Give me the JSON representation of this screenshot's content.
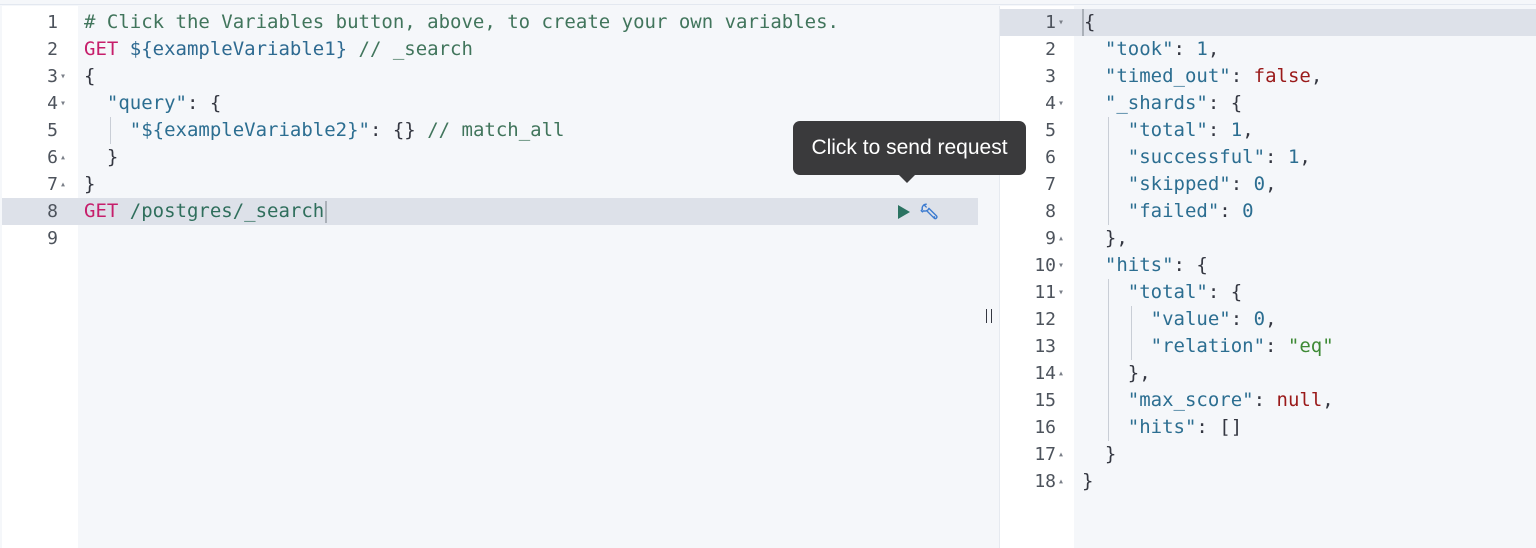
{
  "request_editor": {
    "lines": [
      {
        "n": "1",
        "fold": "",
        "tokens": [
          {
            "t": "comment",
            "v": "# Click the Variables button, above, to create your own variables."
          }
        ]
      },
      {
        "n": "2",
        "fold": "",
        "tokens": [
          {
            "t": "method",
            "v": "GET"
          },
          {
            "t": "var",
            "v": " ${exampleVariable1}"
          },
          {
            "t": "comment",
            "v": " // _search"
          }
        ]
      },
      {
        "n": "3",
        "fold": "▾",
        "tokens": [
          {
            "t": "punct",
            "v": "{"
          }
        ]
      },
      {
        "n": "4",
        "fold": "▾",
        "tokens": [
          {
            "t": "punct",
            "v": "  "
          },
          {
            "t": "key",
            "v": "\"query\""
          },
          {
            "t": "punct",
            "v": ": {"
          }
        ]
      },
      {
        "n": "5",
        "fold": "",
        "tokens": [
          {
            "t": "punct",
            "v": "    "
          },
          {
            "t": "key",
            "v": "\"${exampleVariable2}\""
          },
          {
            "t": "punct",
            "v": ": {}"
          },
          {
            "t": "comment",
            "v": " // match_all"
          }
        ]
      },
      {
        "n": "6",
        "fold": "▴",
        "tokens": [
          {
            "t": "punct",
            "v": "  }"
          }
        ]
      },
      {
        "n": "7",
        "fold": "▴",
        "tokens": [
          {
            "t": "punct",
            "v": "}"
          }
        ]
      },
      {
        "n": "8",
        "fold": "",
        "tokens": [
          {
            "t": "method",
            "v": "GET"
          },
          {
            "t": "url",
            "v": " /postgres/_search"
          }
        ]
      },
      {
        "n": "9",
        "fold": "",
        "tokens": []
      }
    ],
    "active_line": 8,
    "send_tooltip": "Click to send request",
    "play_icon": "play-icon",
    "settings_icon": "wrench-icon"
  },
  "response_viewer": {
    "lines": [
      {
        "n": "1",
        "fold": "▾",
        "tokens": [
          {
            "t": "punct",
            "v": "{"
          }
        ]
      },
      {
        "n": "2",
        "fold": "",
        "tokens": [
          {
            "t": "punct",
            "v": "  "
          },
          {
            "t": "key",
            "v": "\"took\""
          },
          {
            "t": "punct",
            "v": ": "
          },
          {
            "t": "num",
            "v": "1"
          },
          {
            "t": "punct",
            "v": ","
          }
        ]
      },
      {
        "n": "3",
        "fold": "",
        "tokens": [
          {
            "t": "punct",
            "v": "  "
          },
          {
            "t": "key",
            "v": "\"timed_out\""
          },
          {
            "t": "punct",
            "v": ": "
          },
          {
            "t": "bool",
            "v": "false"
          },
          {
            "t": "punct",
            "v": ","
          }
        ]
      },
      {
        "n": "4",
        "fold": "▾",
        "tokens": [
          {
            "t": "punct",
            "v": "  "
          },
          {
            "t": "key",
            "v": "\"_shards\""
          },
          {
            "t": "punct",
            "v": ": {"
          }
        ]
      },
      {
        "n": "5",
        "fold": "",
        "tokens": [
          {
            "t": "punct",
            "v": "    "
          },
          {
            "t": "key",
            "v": "\"total\""
          },
          {
            "t": "punct",
            "v": ": "
          },
          {
            "t": "num",
            "v": "1"
          },
          {
            "t": "punct",
            "v": ","
          }
        ]
      },
      {
        "n": "6",
        "fold": "",
        "tokens": [
          {
            "t": "punct",
            "v": "    "
          },
          {
            "t": "key",
            "v": "\"successful\""
          },
          {
            "t": "punct",
            "v": ": "
          },
          {
            "t": "num",
            "v": "1"
          },
          {
            "t": "punct",
            "v": ","
          }
        ]
      },
      {
        "n": "7",
        "fold": "",
        "tokens": [
          {
            "t": "punct",
            "v": "    "
          },
          {
            "t": "key",
            "v": "\"skipped\""
          },
          {
            "t": "punct",
            "v": ": "
          },
          {
            "t": "num",
            "v": "0"
          },
          {
            "t": "punct",
            "v": ","
          }
        ]
      },
      {
        "n": "8",
        "fold": "",
        "tokens": [
          {
            "t": "punct",
            "v": "    "
          },
          {
            "t": "key",
            "v": "\"failed\""
          },
          {
            "t": "punct",
            "v": ": "
          },
          {
            "t": "num",
            "v": "0"
          }
        ]
      },
      {
        "n": "9",
        "fold": "▴",
        "tokens": [
          {
            "t": "punct",
            "v": "  },"
          }
        ]
      },
      {
        "n": "10",
        "fold": "▾",
        "tokens": [
          {
            "t": "punct",
            "v": "  "
          },
          {
            "t": "key",
            "v": "\"hits\""
          },
          {
            "t": "punct",
            "v": ": {"
          }
        ]
      },
      {
        "n": "11",
        "fold": "▾",
        "tokens": [
          {
            "t": "punct",
            "v": "    "
          },
          {
            "t": "key",
            "v": "\"total\""
          },
          {
            "t": "punct",
            "v": ": {"
          }
        ]
      },
      {
        "n": "12",
        "fold": "",
        "tokens": [
          {
            "t": "punct",
            "v": "      "
          },
          {
            "t": "key",
            "v": "\"value\""
          },
          {
            "t": "punct",
            "v": ": "
          },
          {
            "t": "num",
            "v": "0"
          },
          {
            "t": "punct",
            "v": ","
          }
        ]
      },
      {
        "n": "13",
        "fold": "",
        "tokens": [
          {
            "t": "punct",
            "v": "      "
          },
          {
            "t": "key",
            "v": "\"relation\""
          },
          {
            "t": "punct",
            "v": ": "
          },
          {
            "t": "str",
            "v": "\"eq\""
          }
        ]
      },
      {
        "n": "14",
        "fold": "▴",
        "tokens": [
          {
            "t": "punct",
            "v": "    },"
          }
        ]
      },
      {
        "n": "15",
        "fold": "",
        "tokens": [
          {
            "t": "punct",
            "v": "    "
          },
          {
            "t": "key",
            "v": "\"max_score\""
          },
          {
            "t": "punct",
            "v": ": "
          },
          {
            "t": "bool",
            "v": "null"
          },
          {
            "t": "punct",
            "v": ","
          }
        ]
      },
      {
        "n": "16",
        "fold": "",
        "tokens": [
          {
            "t": "punct",
            "v": "    "
          },
          {
            "t": "key",
            "v": "\"hits\""
          },
          {
            "t": "punct",
            "v": ": []"
          }
        ]
      },
      {
        "n": "17",
        "fold": "▴",
        "tokens": [
          {
            "t": "punct",
            "v": "  }"
          }
        ]
      },
      {
        "n": "18",
        "fold": "▴",
        "tokens": [
          {
            "t": "punct",
            "v": "}"
          }
        ]
      }
    ],
    "active_line": 1
  },
  "divider": {
    "handle_icon": "resize-handle-icon"
  },
  "colors": {
    "background": "#f5f7fa",
    "gutter": "#ffffff",
    "active_line": "#dde1e9",
    "comment": "#41755c",
    "method": "#c61e6b",
    "key": "#2c6e91",
    "bool_null": "#9a1a1a",
    "string": "#3e8a35",
    "play": "#2b7362",
    "wrench": "#3c7bd0",
    "tooltip_bg": "#3a3a3c"
  }
}
